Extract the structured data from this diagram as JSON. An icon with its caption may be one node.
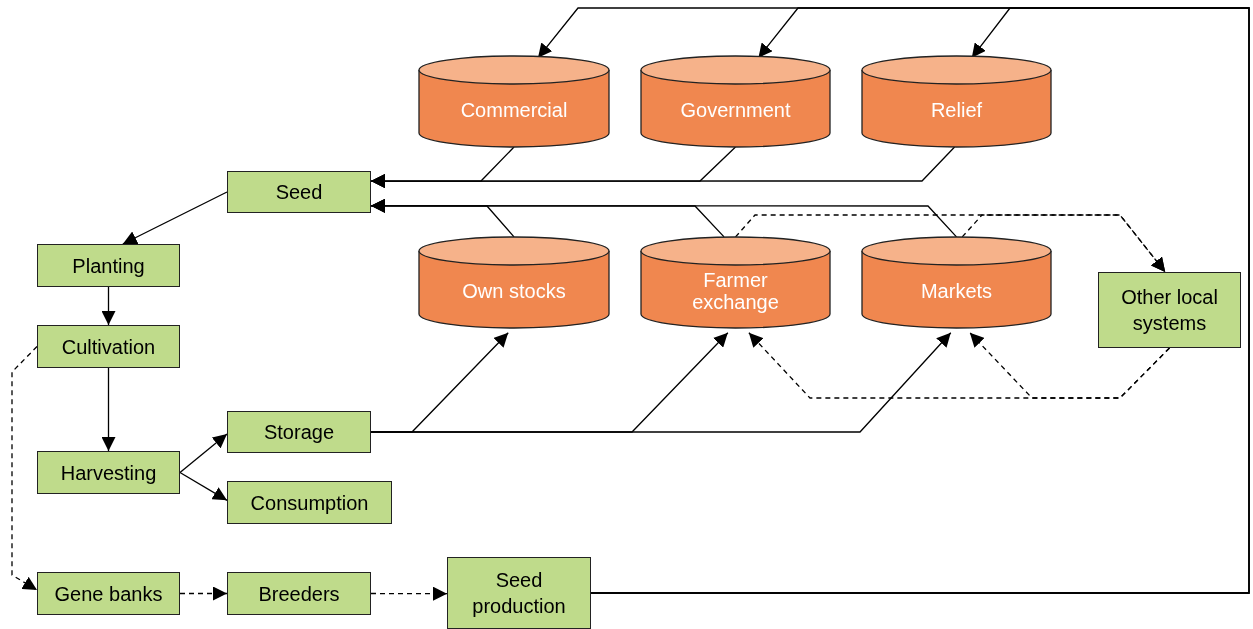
{
  "diagram": {
    "nodes": [
      {
        "text": [
          "Seed"
        ]
      },
      {
        "text": [
          "Planting"
        ]
      },
      {
        "text": [
          "Cultivation"
        ]
      },
      {
        "text": [
          "Harvesting"
        ]
      },
      {
        "text": [
          "Storage"
        ]
      },
      {
        "text": [
          "Consumption"
        ]
      },
      {
        "text": [
          "Gene banks"
        ]
      },
      {
        "text": [
          "Breeders"
        ]
      },
      {
        "text": [
          "Seed production"
        ]
      },
      {
        "text": [
          "Commercial"
        ]
      },
      {
        "text": [
          "Government"
        ]
      },
      {
        "text": [
          "Relief"
        ]
      },
      {
        "text": [
          "Own stocks"
        ]
      },
      {
        "text": [
          "Farmer exchange"
        ]
      },
      {
        "text": [
          "Markets"
        ]
      },
      {
        "text": [
          "Other local systems"
        ]
      }
    ],
    "edges": [
      {
        "from": 8,
        "to": 9,
        "arrow": "to"
      },
      {
        "from": 8,
        "to": 10,
        "arrow": "to"
      },
      {
        "from": 8,
        "to": 11,
        "arrow": "to"
      },
      {
        "from": 9,
        "to": 0,
        "arrow": "to"
      },
      {
        "from": 10,
        "to": 0,
        "arrow": "to"
      },
      {
        "from": 11,
        "to": 0,
        "arrow": "to"
      },
      {
        "from": 12,
        "to": 0,
        "arrow": "to"
      },
      {
        "from": 13,
        "to": 0,
        "arrow": "to"
      },
      {
        "from": 14,
        "to": 0,
        "arrow": "to"
      },
      {
        "from": 13,
        "to": 15,
        "arrow": "to",
        "style": "dashed"
      },
      {
        "from": 14,
        "to": 15,
        "arrow": "to",
        "style": "dashed"
      },
      {
        "from": 15,
        "to": 13,
        "arrow": "to",
        "style": "dashed"
      },
      {
        "from": 15,
        "to": 14,
        "arrow": "to",
        "style": "dashed"
      },
      {
        "from": 0,
        "to": 1,
        "arrow": "to"
      },
      {
        "from": 1,
        "to": 2,
        "arrow": "to"
      },
      {
        "from": 2,
        "to": 3,
        "arrow": "to"
      },
      {
        "from": 2,
        "to": 6,
        "arrow": "to",
        "style": "dashed"
      },
      {
        "from": 3,
        "to": 4,
        "arrow": "to"
      },
      {
        "from": 3,
        "to": 5,
        "arrow": "to"
      },
      {
        "from": 4,
        "to": 12,
        "arrow": "to"
      },
      {
        "from": 4,
        "to": 13,
        "arrow": "to"
      },
      {
        "from": 4,
        "to": 14,
        "arrow": "to"
      },
      {
        "from": 6,
        "to": 7,
        "arrow": "to",
        "style": "dashed"
      },
      {
        "from": 7,
        "to": 8,
        "arrow": "to",
        "style": "dashed"
      }
    ]
  }
}
